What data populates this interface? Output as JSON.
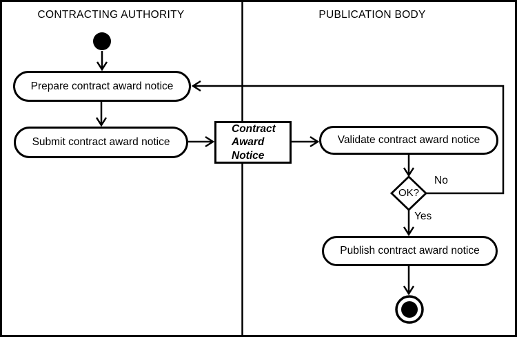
{
  "diagram": {
    "type": "uml-activity-swimlane",
    "colors": {
      "stroke": "#000000",
      "background": "#ffffff"
    },
    "lanes": [
      {
        "label": "CONTRACTING AUTHORITY"
      },
      {
        "label": "PUBLICATION BODY"
      }
    ],
    "nodes": {
      "start": {
        "kind": "initial-node"
      },
      "prepare": {
        "label": "Prepare contract award notice"
      },
      "submit": {
        "label": "Submit contract award notice"
      },
      "contract_award_notice": {
        "lines": [
          "Contract",
          "Award",
          "Notice"
        ]
      },
      "validate": {
        "label": "Validate contract award notice"
      },
      "decision": {
        "label": "OK?"
      },
      "publish": {
        "label": "Publish contract award notice"
      },
      "end": {
        "kind": "final-node"
      }
    },
    "edges": {
      "no_label": "No",
      "yes_label": "Yes"
    }
  }
}
